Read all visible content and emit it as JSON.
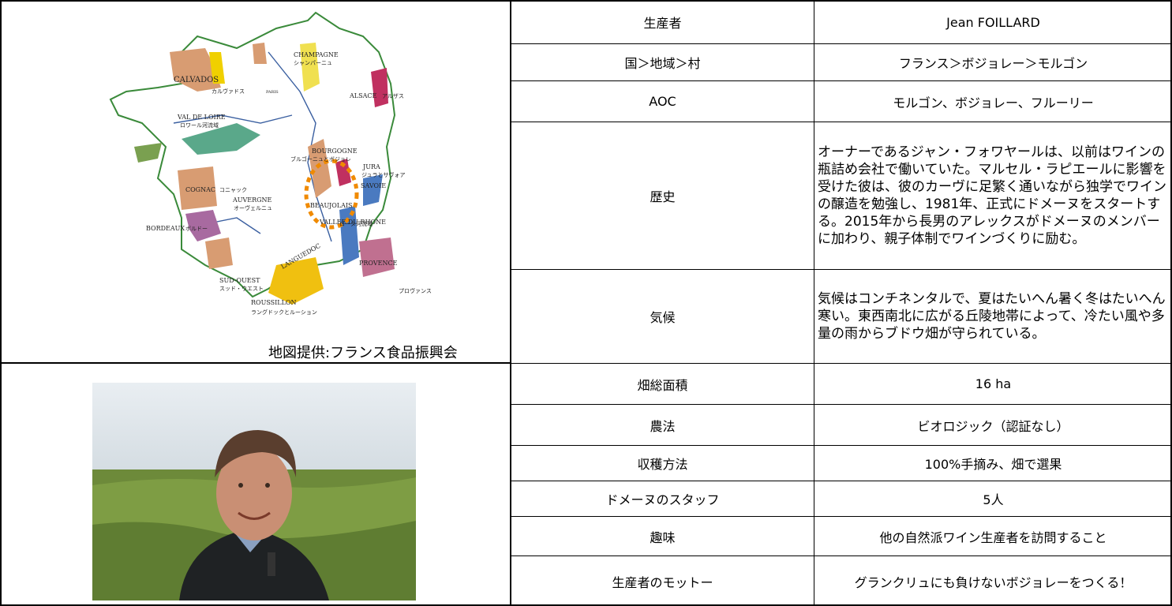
{
  "map": {
    "caption": "地図提供:フランス食品振興会",
    "regions": {
      "champagne": "CHAMPAGNE",
      "champagne_jp": "シャンパーニュ",
      "calvados": "CALVADOS",
      "calvados_jp": "カルヴァドス",
      "paris": "PARIS",
      "alsace": "ALSACE",
      "alsace_jp": "アルザス",
      "loire": "VAL DE LOIRE",
      "loire_jp": "ロワール河流域",
      "bourgogne": "BOURGOGNE",
      "bourgogne_jp": "ブルゴーニュとボジョレ",
      "jura": "JURA",
      "jura_savoie_jp": "ジュラとサヴォア",
      "savoie": "SAVOIE",
      "cognac": "COGNAC",
      "cognac_jp": "コニャック",
      "auvergne": "AUVERGNE",
      "auvergne_jp": "オーヴェルニュ",
      "beaujolais": "BEAUJOLAIS",
      "rhone": "VALLEE DU RHONE",
      "rhone_jp": "ローヌ河流域",
      "bordeaux": "BORDEAUX",
      "bordeaux_jp": "ボルドー",
      "languedoc": "LANGUEDOC",
      "provence": "PROVENCE",
      "provence_jp": "プロヴァンス",
      "sudouest": "SUD-OUEST",
      "sudouest_jp": "スッド・ウエスト",
      "roussillon": "ROUSSILLON",
      "roussillon_jp": "ラングドックとルーション"
    }
  },
  "rows": [
    {
      "label": "生産者",
      "value": "Jean FOILLARD"
    },
    {
      "label": "国＞地域＞村",
      "value": "フランス＞ボジョレー＞モルゴン"
    },
    {
      "label": "AOC",
      "value": "モルゴン、ボジョレー、フルーリー"
    },
    {
      "label": "歴史",
      "value": "オーナーであるジャン・フォワヤールは、以前はワインの瓶詰め会社で働いていた。マルセル・ラピエールに影響を受けた彼は、彼のカーヴに足繁く通いながら独学でワインの醸造を勉強し、1981年、正式にドメーヌをスタートする。2015年から長男のアレックスがドメーヌのメンバーに加わり、親子体制でワインづくりに励む。"
    },
    {
      "label": "気候",
      "value": "気候はコンチネンタルで、夏はたいへん暑く冬はたいへん寒い。東西南北に広がる丘陵地帯によって、冷たい風や多量の雨からブドウ畑が守られている。"
    },
    {
      "label": "畑総面積",
      "value": "16 ha"
    },
    {
      "label": "農法",
      "value": "ビオロジック（認証なし）"
    },
    {
      "label": "収穫方法",
      "value": "100%手摘み、畑で選果"
    },
    {
      "label": "ドメーヌのスタッフ",
      "value": "5人"
    },
    {
      "label": "趣味",
      "value": "他の自然派ワイン生産者を訪問すること"
    },
    {
      "label": "生産者のモットー",
      "value": "グランクリュにも負けないボジョレーをつくる！"
    }
  ]
}
